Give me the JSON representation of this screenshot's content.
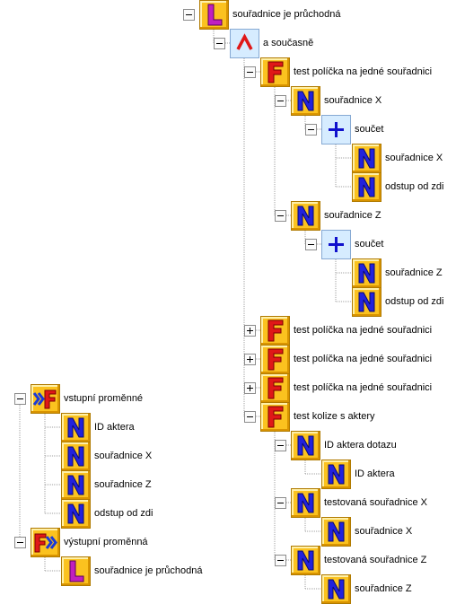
{
  "nodes": [
    {
      "name": "node-01",
      "icon": "L",
      "label": "souřadnice je průchodná",
      "toggle": "minus",
      "depth": 0,
      "root": "A"
    },
    {
      "name": "node-02",
      "icon": "and",
      "label": "a současně",
      "toggle": "minus",
      "depth": 1,
      "root": "A"
    },
    {
      "name": "node-03",
      "icon": "F",
      "label": "test políčka na jedné souřadnici",
      "toggle": "minus",
      "depth": 2,
      "root": "A"
    },
    {
      "name": "node-04",
      "icon": "N",
      "label": "souřadnice X",
      "toggle": "minus",
      "depth": 3,
      "root": "A"
    },
    {
      "name": "node-05",
      "icon": "plus",
      "label": "součet",
      "toggle": "minus",
      "depth": 4,
      "root": "A"
    },
    {
      "name": "node-06",
      "icon": "N",
      "label": "souřadnice X",
      "toggle": "none",
      "depth": 5,
      "root": "A"
    },
    {
      "name": "node-07",
      "icon": "N",
      "label": "odstup od zdi",
      "toggle": "none",
      "depth": 5,
      "root": "A"
    },
    {
      "name": "node-08",
      "icon": "N",
      "label": "souřadnice Z",
      "toggle": "minus",
      "depth": 3,
      "root": "A"
    },
    {
      "name": "node-09",
      "icon": "plus",
      "label": "součet",
      "toggle": "minus",
      "depth": 4,
      "root": "A"
    },
    {
      "name": "node-10",
      "icon": "N",
      "label": "souřadnice Z",
      "toggle": "none",
      "depth": 5,
      "root": "A"
    },
    {
      "name": "node-11",
      "icon": "N",
      "label": "odstup od zdi",
      "toggle": "none",
      "depth": 5,
      "root": "A"
    },
    {
      "name": "node-12",
      "icon": "F",
      "label": "test políčka na jedné souřadnici",
      "toggle": "plus",
      "depth": 2,
      "root": "A"
    },
    {
      "name": "node-13",
      "icon": "F",
      "label": "test políčka na jedné souřadnici",
      "toggle": "plus",
      "depth": 2,
      "root": "A"
    },
    {
      "name": "node-14",
      "icon": "F",
      "label": "test políčka na jedné souřadnici",
      "toggle": "plus",
      "depth": 2,
      "root": "A"
    },
    {
      "name": "node-15",
      "icon": "F",
      "label": "test kolize s aktery",
      "toggle": "minus",
      "depth": 2,
      "root": "A"
    },
    {
      "name": "node-16",
      "icon": "N",
      "label": "ID aktera dotazu",
      "toggle": "minus",
      "depth": 3,
      "root": "A"
    },
    {
      "name": "node-17",
      "icon": "N",
      "label": "ID aktera",
      "toggle": "none",
      "depth": 4,
      "root": "A"
    },
    {
      "name": "node-18",
      "icon": "N",
      "label": "testovaná souřadnice X",
      "toggle": "minus",
      "depth": 3,
      "root": "A"
    },
    {
      "name": "node-19",
      "icon": "N",
      "label": "souřadnice X",
      "toggle": "none",
      "depth": 4,
      "root": "A"
    },
    {
      "name": "node-20",
      "icon": "N",
      "label": "testovaná souřadnice Z",
      "toggle": "minus",
      "depth": 3,
      "root": "A"
    },
    {
      "name": "node-21",
      "icon": "N",
      "label": "souřadnice Z",
      "toggle": "none",
      "depth": 4,
      "root": "A"
    },
    {
      "name": "node-22",
      "icon": "Fin",
      "label": "vstupní proměnné",
      "toggle": "minus",
      "depth": 0,
      "root": "B"
    },
    {
      "name": "node-23",
      "icon": "N",
      "label": "ID aktera",
      "toggle": "none",
      "depth": 1,
      "root": "B"
    },
    {
      "name": "node-24",
      "icon": "N",
      "label": "souřadnice X",
      "toggle": "none",
      "depth": 1,
      "root": "B"
    },
    {
      "name": "node-25",
      "icon": "N",
      "label": "souřadnice Z",
      "toggle": "none",
      "depth": 1,
      "root": "B"
    },
    {
      "name": "node-26",
      "icon": "N",
      "label": "odstup od zdi",
      "toggle": "none",
      "depth": 1,
      "root": "B"
    },
    {
      "name": "node-27",
      "icon": "Fout",
      "label": "výstupní proměnná",
      "toggle": "minus",
      "depth": 0,
      "root": "B"
    },
    {
      "name": "node-28",
      "icon": "L",
      "label": "souřadnice je průchodná",
      "toggle": "none",
      "depth": 1,
      "root": "B"
    }
  ],
  "icon_names": {
    "L": "logic-l-icon",
    "and": "logical-and-icon",
    "F": "function-f-icon",
    "N": "number-n-icon",
    "plus": "plus-sum-icon",
    "Fin": "input-function-icon",
    "Fout": "output-function-icon"
  },
  "colors": {
    "tile": "#fbc21f",
    "tile_border": "#b07a00",
    "op_bg": "#d6ecff",
    "n_glyph": "#2222dd",
    "f_glyph": "#e01818",
    "l_glyph": "#c020c0",
    "and_glyph": "#e01818",
    "plus_glyph": "#1010cc",
    "connector": "#a0a0a0"
  }
}
